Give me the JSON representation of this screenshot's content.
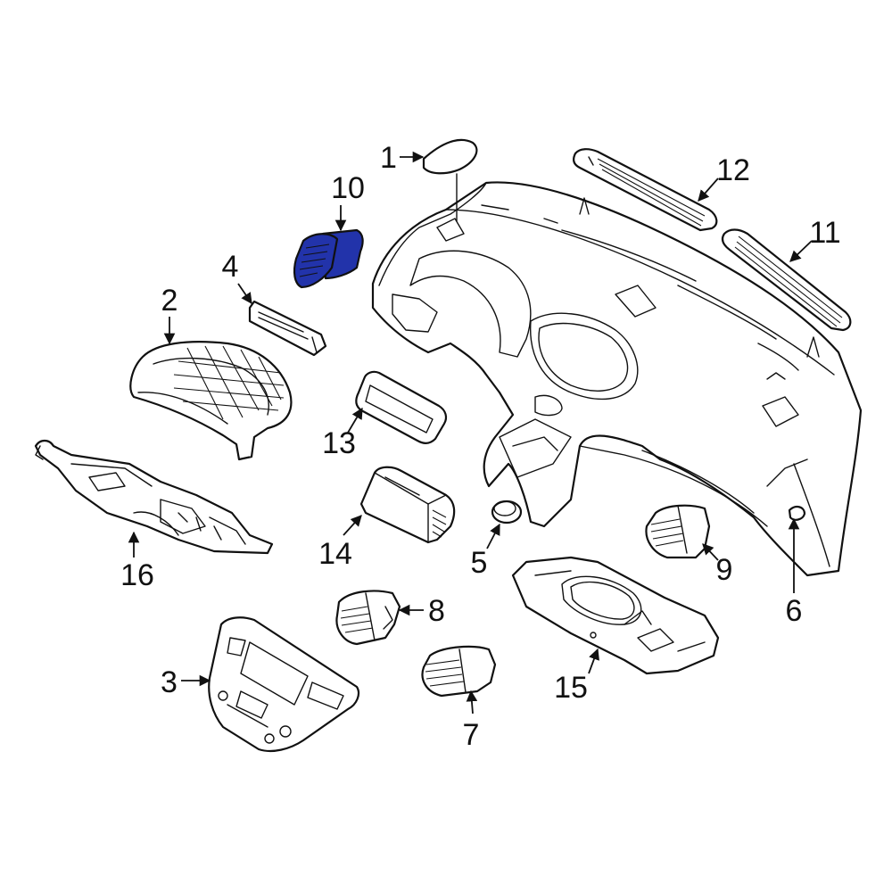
{
  "highlight_color": "#2233aa",
  "line_color": "#111111",
  "callouts": [
    "1",
    "2",
    "3",
    "4",
    "5",
    "6",
    "7",
    "8",
    "9",
    "10",
    "11",
    "12",
    "13",
    "14",
    "15",
    "16"
  ],
  "highlighted_part": "10"
}
